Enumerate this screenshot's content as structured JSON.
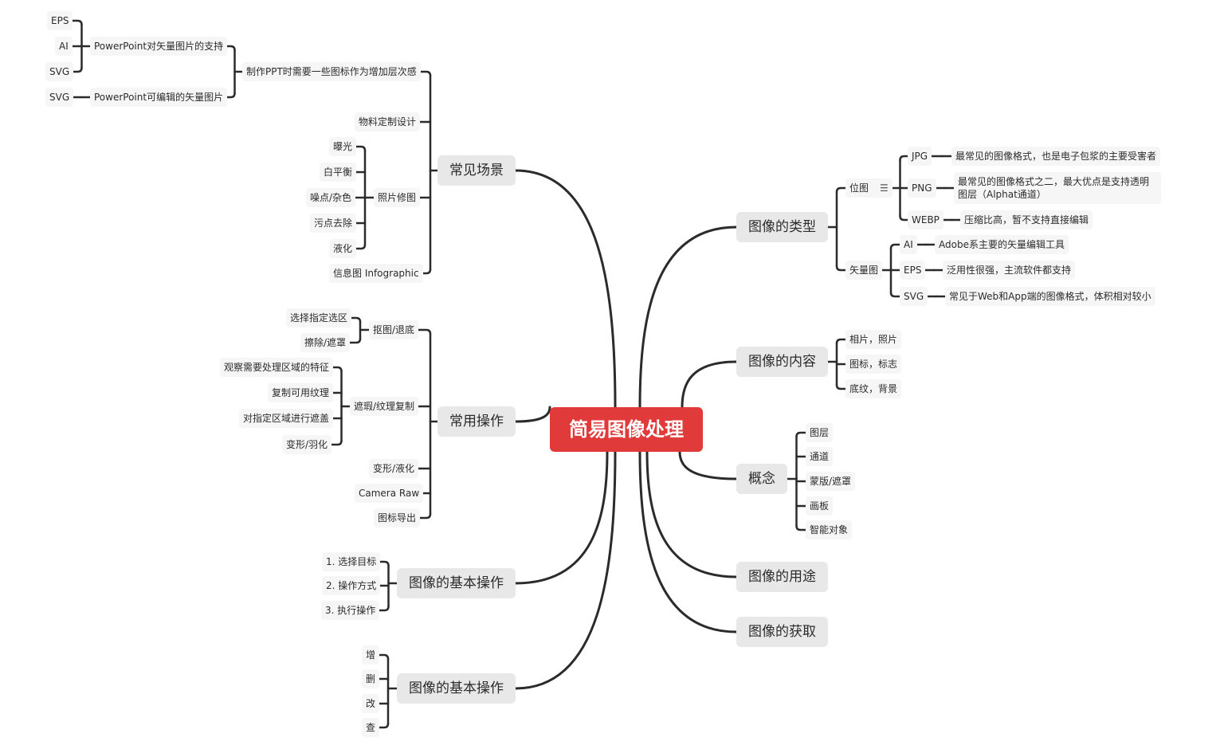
{
  "root": {
    "label": "简易图像处理",
    "color": "#e03a3a"
  },
  "colors": {
    "line": "#2b2b2b",
    "main_bg": "#e8e8e8",
    "leaf_bg": "#f6f6f6"
  },
  "left": {
    "scenes": {
      "label": "常见场景",
      "ppt": {
        "label": "制作PPT时需要一些图标作为增加层次感",
        "vector_support": {
          "label": "PowerPoint对矢量图片的支持",
          "items": [
            "EPS",
            "AI",
            "SVG"
          ]
        },
        "editable_vector": {
          "label": "PowerPoint可编辑的矢量图片",
          "items": [
            "SVG"
          ]
        }
      },
      "material": {
        "label": "物料定制设计"
      },
      "retouch": {
        "label": "照片修图",
        "items": [
          "曝光",
          "白平衡",
          "噪点/杂色",
          "污点去除",
          "液化"
        ]
      },
      "infographic": {
        "label": "信息图 Infographic"
      }
    },
    "operations": {
      "label": "常用操作",
      "cutout": {
        "label": "抠图/退底",
        "items": [
          "选择指定选区",
          "擦除/遮罩"
        ]
      },
      "clone": {
        "label": "遮瑕/纹理复制",
        "items": [
          "观察需要处理区域的特征",
          "复制可用纹理",
          "对指定区域进行遮盖",
          "变形/羽化"
        ]
      },
      "others": [
        "变形/液化",
        "Camera Raw",
        "图标导出"
      ]
    },
    "basic_ops_1": {
      "label": "图像的基本操作",
      "items": [
        "1. 选择目标",
        "2. 操作方式",
        "3. 执行操作"
      ]
    },
    "basic_ops_2": {
      "label": "图像的基本操作",
      "items": [
        "增",
        "删",
        "改",
        "查"
      ]
    }
  },
  "right": {
    "types": {
      "label": "图像的类型",
      "bitmap": {
        "label": "位图",
        "note_icon": "notes-icon",
        "items": [
          {
            "label": "JPG",
            "desc": "最常见的图像格式，也是电子包浆的主要受害者"
          },
          {
            "label": "PNG",
            "desc": "最常见的图像格式之二，最大优点是支持透明图层（Alphat通道）"
          },
          {
            "label": "WEBP",
            "desc": "压缩比高，暂不支持直接编辑"
          }
        ]
      },
      "vector": {
        "label": "矢量图",
        "items": [
          {
            "label": "AI",
            "desc": "Adobe系主要的矢量编辑工具"
          },
          {
            "label": "EPS",
            "desc": "泛用性很强，主流软件都支持"
          },
          {
            "label": "SVG",
            "desc": "常见于Web和App端的图像格式，体积相对较小"
          }
        ]
      }
    },
    "content": {
      "label": "图像的内容",
      "items": [
        "相片，照片",
        "图标，标志",
        "底纹，背景"
      ]
    },
    "concepts": {
      "label": "概念",
      "items": [
        "图层",
        "通道",
        "蒙版/遮罩",
        "画板",
        "智能对象"
      ]
    },
    "usage": {
      "label": "图像的用途"
    },
    "acquire": {
      "label": "图像的获取"
    }
  }
}
